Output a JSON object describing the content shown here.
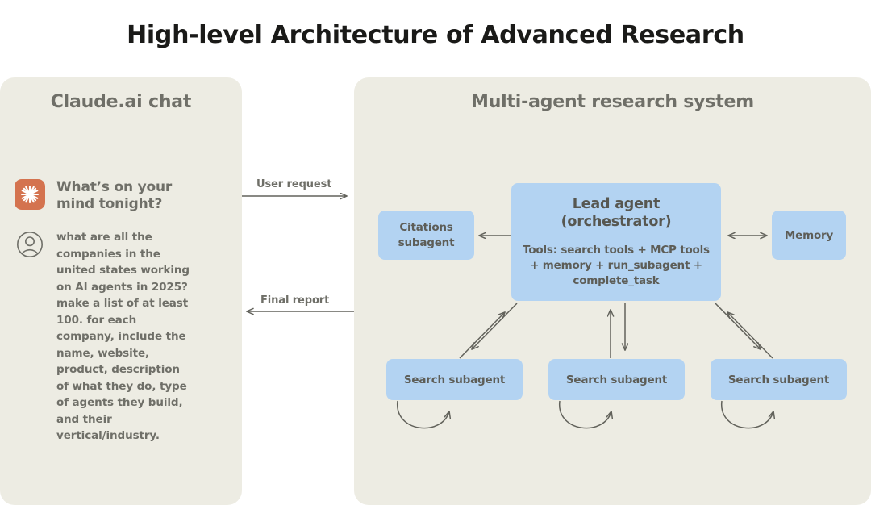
{
  "title": "High-level Architecture of Advanced Research",
  "colors": {
    "panel_bg": "#edece3",
    "node_blue": "#b3d3f2",
    "text_gray": "#6f6f68",
    "title_black": "#1a1a18",
    "claude_orange": "#d4734f",
    "arrow_gray": "#62625b",
    "page_bg": "#ffffff"
  },
  "left_panel": {
    "heading": "Claude.ai chat",
    "assistant_message": "What’s on your mind tonight?",
    "assistant_icon": "claude-starburst-icon",
    "user_icon": "user-avatar-icon",
    "user_message": "what are all the companies in the united states working on AI agents in 2025? make a list of at least 100. for each company, include the name, website, product, description of what they do, type of agents they build, and their vertical/industry."
  },
  "connectors": {
    "user_request": "User request",
    "final_report": "Final report"
  },
  "right_panel": {
    "heading": "Multi-agent research system",
    "lead_agent": {
      "title": "Lead agent\n(orchestrator)",
      "title_line1": "Lead agent",
      "title_line2": "(orchestrator)",
      "tools": "Tools: search tools + MCP tools + memory + run_subagent + complete_task"
    },
    "citations_subagent": {
      "line1": "Citations",
      "line2": "subagent"
    },
    "memory": "Memory",
    "search_subagents": [
      "Search subagent",
      "Search subagent",
      "Search subagent"
    ]
  },
  "chart_data": {
    "type": "diagram",
    "title": "High-level Architecture of Advanced Research",
    "nodes": [
      {
        "id": "claude-chat",
        "label": "Claude.ai chat",
        "kind": "panel"
      },
      {
        "id": "multi-agent-system",
        "label": "Multi-agent research system",
        "kind": "panel"
      },
      {
        "id": "lead-agent",
        "label": "Lead agent (orchestrator)",
        "kind": "box"
      },
      {
        "id": "citations-subagent",
        "label": "Citations subagent",
        "kind": "box"
      },
      {
        "id": "memory",
        "label": "Memory",
        "kind": "box"
      },
      {
        "id": "search-subagent-1",
        "label": "Search subagent",
        "kind": "box"
      },
      {
        "id": "search-subagent-2",
        "label": "Search subagent",
        "kind": "box"
      },
      {
        "id": "search-subagent-3",
        "label": "Search subagent",
        "kind": "box"
      }
    ],
    "edges": [
      {
        "from": "claude-chat",
        "to": "multi-agent-system",
        "label": "User request",
        "dir": "forward"
      },
      {
        "from": "multi-agent-system",
        "to": "claude-chat",
        "label": "Final report",
        "dir": "forward"
      },
      {
        "from": "lead-agent",
        "to": "citations-subagent",
        "label": "",
        "dir": "forward"
      },
      {
        "from": "lead-agent",
        "to": "memory",
        "label": "",
        "dir": "both"
      },
      {
        "from": "lead-agent",
        "to": "search-subagent-1",
        "label": "",
        "dir": "both"
      },
      {
        "from": "lead-agent",
        "to": "search-subagent-2",
        "label": "",
        "dir": "both"
      },
      {
        "from": "lead-agent",
        "to": "search-subagent-3",
        "label": "",
        "dir": "both"
      },
      {
        "from": "search-subagent-1",
        "to": "search-subagent-1",
        "label": "",
        "dir": "self-loop"
      },
      {
        "from": "search-subagent-2",
        "to": "search-subagent-2",
        "label": "",
        "dir": "self-loop"
      },
      {
        "from": "search-subagent-3",
        "to": "search-subagent-3",
        "label": "",
        "dir": "self-loop"
      }
    ]
  }
}
